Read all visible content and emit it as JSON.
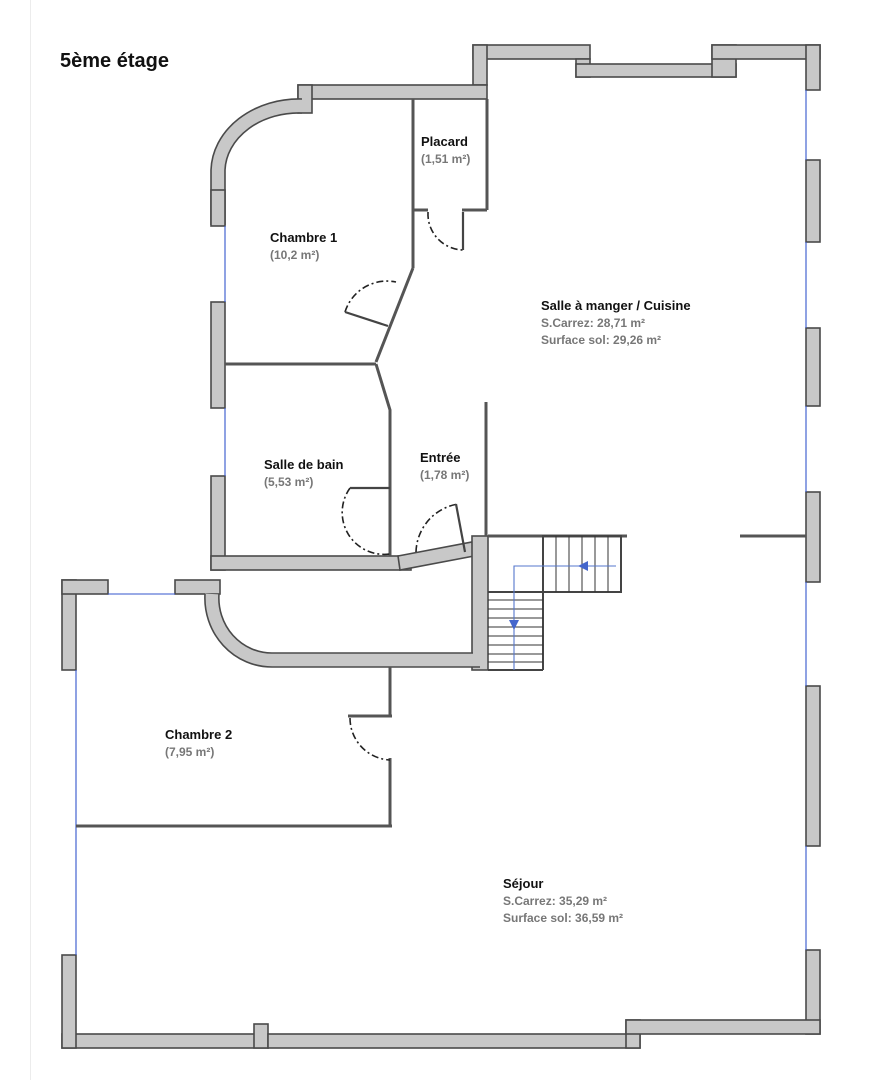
{
  "floor": {
    "title": "5ème étage"
  },
  "rooms": {
    "placard": {
      "name": "Placard",
      "area": "(1,51 m²)"
    },
    "chambre1": {
      "name": "Chambre 1",
      "area": "(10,2 m²)"
    },
    "salle_a_manger": {
      "name": "Salle à manger / Cuisine",
      "carrez": "S.Carrez: 28,71 m²",
      "surface": "Surface sol: 29,26 m²"
    },
    "salle_de_bain": {
      "name": "Salle de bain",
      "area": "(5,53 m²)"
    },
    "entree": {
      "name": "Entrée",
      "area": "(1,78 m²)"
    },
    "chambre2": {
      "name": "Chambre 2",
      "area": "(7,95 m²)"
    },
    "sejour": {
      "name": "Séjour",
      "carrez": "S.Carrez: 35,29 m²",
      "surface": "Surface sol: 36,59 m²"
    }
  },
  "colors": {
    "wall_fill": "#c8c8c8",
    "wall_edge": "#4a4a4a",
    "window": "#3355cc",
    "stair_arrow": "#4466cc"
  }
}
